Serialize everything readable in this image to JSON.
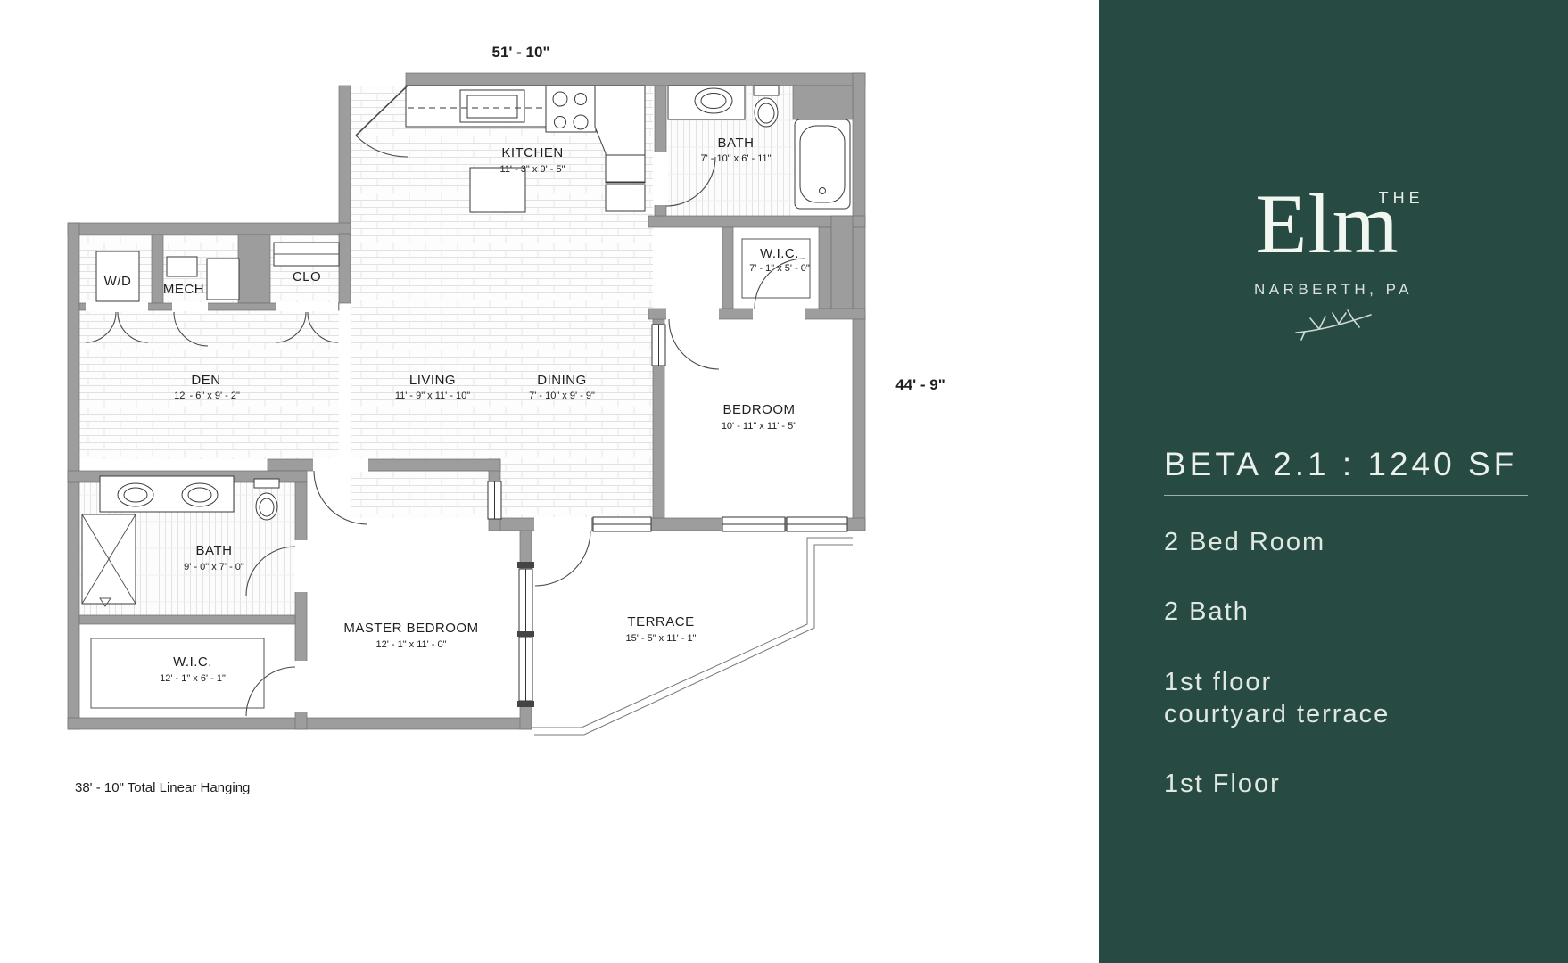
{
  "sidebar": {
    "brand": {
      "the": "THE",
      "name": "Elm",
      "location": "NARBERTH, PA"
    },
    "unit_title": "BETA 2.1 : 1240 SF",
    "features": [
      "2 Bed Room",
      "2 Bath",
      "1st floor\ncourtyard terrace",
      "1st Floor"
    ]
  },
  "floorplan": {
    "dim_width": "51' - 10\"",
    "dim_height": "44' - 9\"",
    "note": "38' - 10\" Total Linear Hanging",
    "rooms": [
      {
        "label": "KITCHEN",
        "dims": "11' - 3\" x 9' - 5\""
      },
      {
        "label": "BATH",
        "dims": "7' - 10\" x 6' - 11\""
      },
      {
        "label": "W.I.C.",
        "dims": "7' - 1\" x 5' - 0\""
      },
      {
        "label": "W/D",
        "dims": ""
      },
      {
        "label": "MECH",
        "dims": ""
      },
      {
        "label": "CLO",
        "dims": ""
      },
      {
        "label": "DEN",
        "dims": "12' - 6\" x 9' - 2\""
      },
      {
        "label": "LIVING",
        "dims": "11' - 9\" x 11' - 10\""
      },
      {
        "label": "DINING",
        "dims": "7' - 10\" x 9' - 9\""
      },
      {
        "label": "BEDROOM",
        "dims": "10' - 11\" x 11' - 5\""
      },
      {
        "label": "BATH",
        "dims": "9' - 0\" x 7' - 0\""
      },
      {
        "label": "W.I.C.",
        "dims": "12' - 1\" x 6' - 1\""
      },
      {
        "label": "MASTER BEDROOM",
        "dims": "12' - 1\" x 11' - 0\""
      },
      {
        "label": "TERRACE",
        "dims": "15' - 5\" x 11' - 1\""
      }
    ]
  },
  "colors": {
    "sidebar_green": "#274b43",
    "wall_gray": "#9d9d9d",
    "plan_text": "#1f1f1f"
  }
}
